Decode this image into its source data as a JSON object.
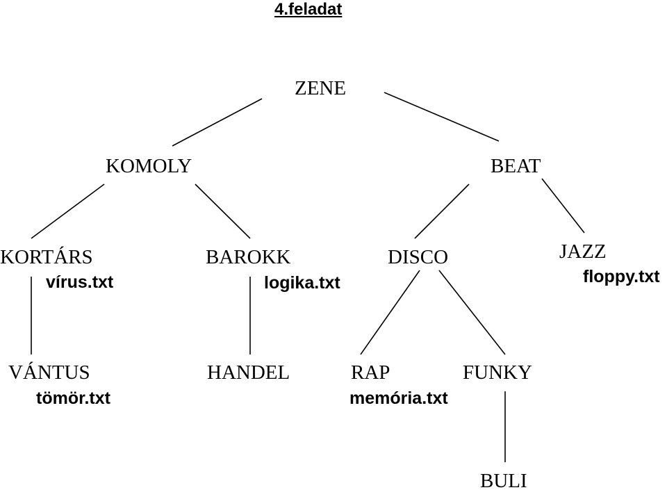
{
  "title": "4.feladat",
  "nodes": {
    "zene": "ZENE",
    "komoly": "KOMOLY",
    "beat": "BEAT",
    "kortars": "KORTÁRS",
    "barokk": "BAROKK",
    "disco": "DISCO",
    "jazz": "JAZZ",
    "vantus": "VÁNTUS",
    "handel": "HANDEL",
    "rap": "RAP",
    "funky": "FUNKY",
    "buli": "BULI"
  },
  "files": {
    "virus": "vírus.txt",
    "logika": "logika.txt",
    "floppy": "floppy.txt",
    "tomor": "tömör.txt",
    "memoria": "memória.txt"
  }
}
